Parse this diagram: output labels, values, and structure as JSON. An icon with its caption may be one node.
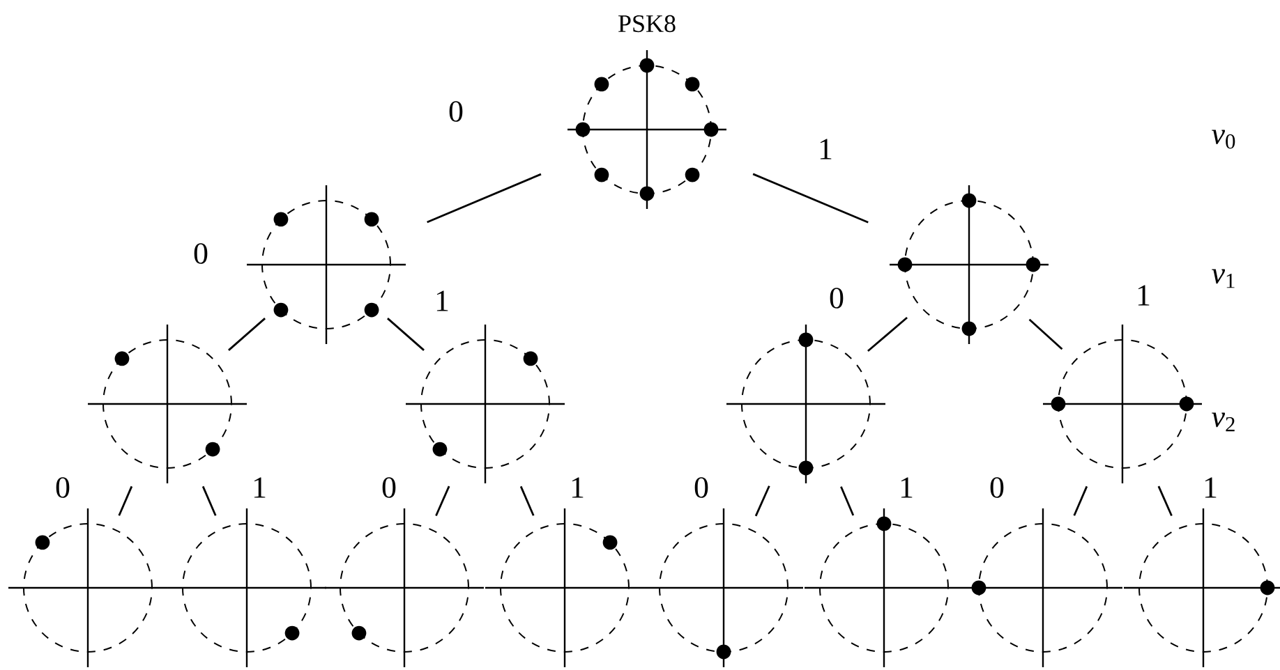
{
  "diagram": {
    "nodes": [
      {
        "text": [
          "PSK8"
        ]
      },
      {
        "text": [],
        "shape": "circle"
      },
      {
        "text": [],
        "shape": "circle"
      },
      {
        "text": [],
        "shape": "circle"
      },
      {
        "text": [],
        "shape": "circle"
      },
      {
        "text": [],
        "shape": "circle"
      },
      {
        "text": [],
        "shape": "circle"
      },
      {
        "text": [],
        "shape": "circle"
      },
      {
        "text": [],
        "shape": "circle"
      },
      {
        "text": [],
        "shape": "circle"
      },
      {
        "text": [],
        "shape": "circle"
      },
      {
        "text": [],
        "shape": "circle"
      },
      {
        "text": [],
        "shape": "circle"
      },
      {
        "text": [],
        "shape": "circle"
      },
      {
        "text": [],
        "shape": "circle"
      }
    ],
    "edges": [
      {
        "from": 0,
        "to": 1,
        "arrow": "none",
        "label": "0"
      },
      {
        "from": 0,
        "to": 2,
        "arrow": "none",
        "label": "1"
      },
      {
        "from": 1,
        "to": 3,
        "arrow": "none",
        "label": "0"
      },
      {
        "from": 1,
        "to": 4,
        "arrow": "none",
        "label": "1"
      },
      {
        "from": 2,
        "to": 5,
        "arrow": "none",
        "label": "0"
      },
      {
        "from": 2,
        "to": 6,
        "arrow": "none",
        "label": "1"
      },
      {
        "from": 3,
        "to": 7,
        "arrow": "none",
        "label": "0"
      },
      {
        "from": 3,
        "to": 8,
        "arrow": "none",
        "label": "1"
      },
      {
        "from": 4,
        "to": 9,
        "arrow": "none",
        "label": "0"
      },
      {
        "from": 4,
        "to": 10,
        "arrow": "none",
        "label": "1"
      },
      {
        "from": 5,
        "to": 11,
        "arrow": "none",
        "label": "0"
      },
      {
        "from": 5,
        "to": 12,
        "arrow": "none",
        "label": "1"
      },
      {
        "from": 6,
        "to": 13,
        "arrow": "none",
        "label": "0"
      },
      {
        "from": 6,
        "to": 14,
        "arrow": "none",
        "label": "1"
      }
    ],
    "labels": [
      "*v*$_{0}$",
      "*v*$_{1}$",
      "*v*$_{2}$"
    ]
  }
}
